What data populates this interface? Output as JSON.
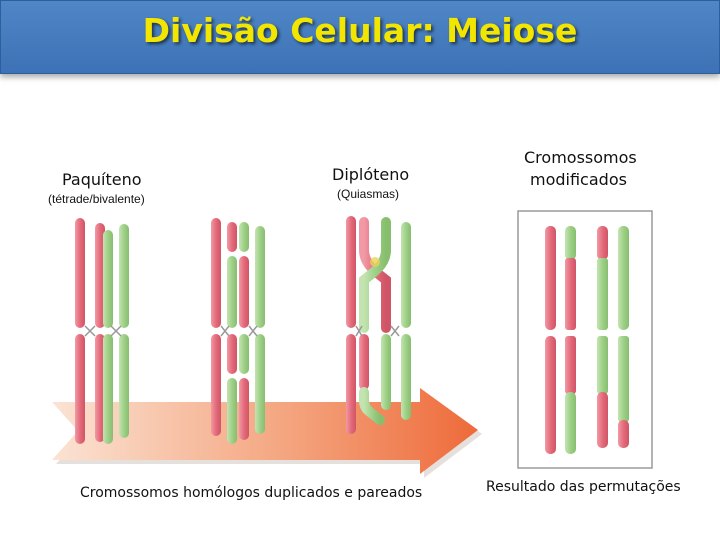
{
  "title": "Divisão Celular: Meiose",
  "labels": {
    "paquiteno": "Paquíteno",
    "paquiteno_sub": "(tétrade/bivalente)",
    "diploteno": "Diplóteno",
    "diploteno_sub": "(Quiasmas)",
    "modificados_line1": "Cromossomos",
    "modificados_line2": "modificados",
    "caption_left": "Cromossomos homólogos duplicados e pareados",
    "caption_right": "Resultado das permutações"
  },
  "colors": {
    "title_bg": "#4479bd",
    "title_text": "#f2e600",
    "chromosome_pink": "#e36f7f",
    "chromosome_green": "#9fd088",
    "arrow": "#f07a4c"
  }
}
